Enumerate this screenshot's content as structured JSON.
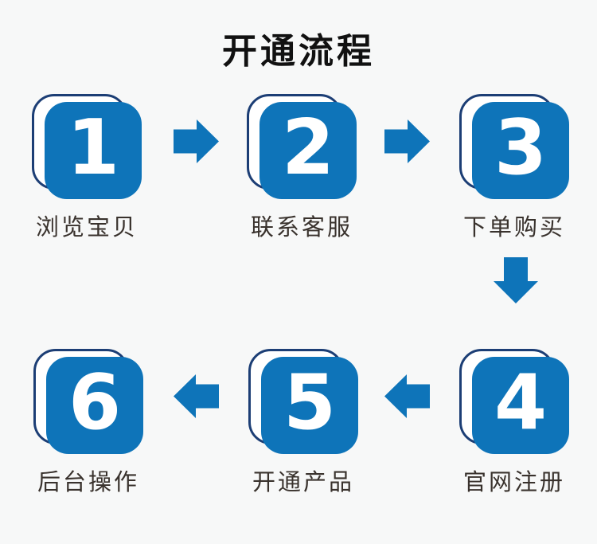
{
  "title": "开通流程",
  "colors": {
    "accent": "#0E74B9",
    "card-outline": "#1C3E75",
    "background": "#F7F8F8",
    "title-color": "#111111",
    "label-color": "#39322D",
    "number-color": "#FFFFFF"
  },
  "steps": [
    {
      "number": "1",
      "label": "浏览宝贝"
    },
    {
      "number": "2",
      "label": "联系客服"
    },
    {
      "number": "3",
      "label": "下单购买"
    },
    {
      "number": "4",
      "label": "官网注册"
    },
    {
      "number": "5",
      "label": "开通产品"
    },
    {
      "number": "6",
      "label": "后台操作"
    }
  ],
  "arrows": [
    {
      "direction": "right",
      "from": "1",
      "to": "2"
    },
    {
      "direction": "right",
      "from": "2",
      "to": "3"
    },
    {
      "direction": "down",
      "from": "3",
      "to": "4"
    },
    {
      "direction": "left",
      "from": "4",
      "to": "5"
    },
    {
      "direction": "left",
      "from": "5",
      "to": "6"
    }
  ]
}
